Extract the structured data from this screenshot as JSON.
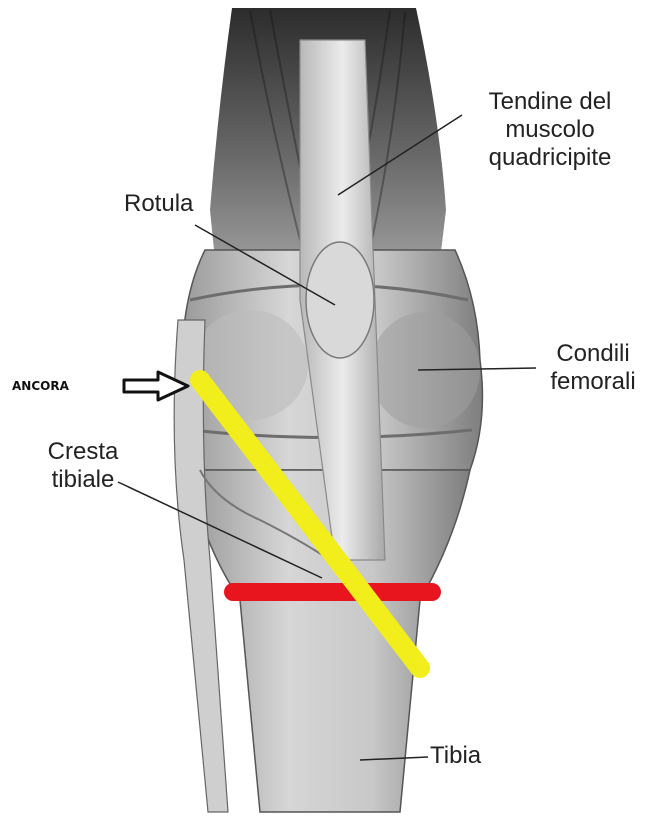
{
  "labels": {
    "tendon": [
      "Tendine del",
      "muscolo",
      "quadricipite"
    ],
    "patella": "Rotula",
    "condyles": [
      "Condili",
      "femorali"
    ],
    "crest": [
      "Cresta",
      "tibiale"
    ],
    "tibia": "Tibia",
    "anchor": "ANCORA"
  },
  "colors": {
    "marker_line": "#f2ee1c",
    "cut_line": "#e8141e",
    "text": "#222222"
  },
  "icons": {
    "anchor_pointer": "arrow-right-icon"
  }
}
